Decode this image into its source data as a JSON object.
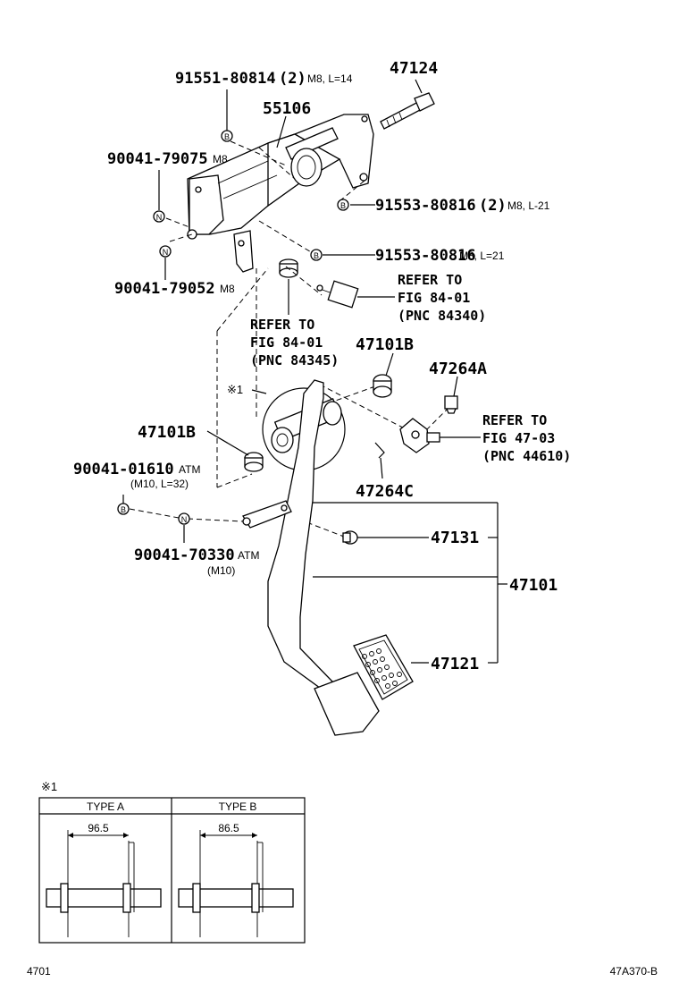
{
  "parts": {
    "p91551": {
      "number": "91551-80814",
      "qty": "(2)",
      "spec": "M8, L=14"
    },
    "p47124": {
      "number": "47124"
    },
    "p55106": {
      "number": "55106"
    },
    "p90041_79075": {
      "number": "90041-79075",
      "spec": "M8"
    },
    "p91553_a": {
      "number": "91553-80816",
      "qty": "(2)",
      "spec": "M8, L-21"
    },
    "p91553_b": {
      "number": "91553-80816",
      "spec": "M8, L=21"
    },
    "p90041_79052": {
      "number": "90041-79052",
      "spec": "M8"
    },
    "p47101B_top": {
      "number": "47101B"
    },
    "p47264A": {
      "number": "47264A"
    },
    "p47101B_left": {
      "number": "47101B"
    },
    "p90041_01610": {
      "number": "90041-01610",
      "spec": "ATM",
      "spec2": "(M10, L=32)"
    },
    "p47264C": {
      "number": "47264C"
    },
    "p47131": {
      "number": "47131"
    },
    "p47101": {
      "number": "47101"
    },
    "p90041_70330": {
      "number": "90041-70330",
      "spec": "ATM",
      "spec2": "(M10)"
    },
    "p47121": {
      "number": "47121"
    }
  },
  "refs": {
    "r84340": {
      "l1": "REFER TO",
      "l2": "FIG 84-01",
      "l3": "(PNC 84340)"
    },
    "r84345": {
      "l1": "REFER TO",
      "l2": "FIG 84-01",
      "l3": "(PNC 84345)"
    },
    "r44610": {
      "l1": "REFER TO",
      "l2": "FIG 47-03",
      "l3": "(PNC 44610)"
    }
  },
  "markers": {
    "b": "B",
    "n": "N",
    "note": "※1"
  },
  "inset": {
    "note": "※1",
    "type_a": {
      "label": "TYPE A",
      "dim": "96.5"
    },
    "type_b": {
      "label": "TYPE B",
      "dim": "86.5"
    }
  },
  "footer": {
    "left": "4701",
    "right": "47A370-B"
  }
}
